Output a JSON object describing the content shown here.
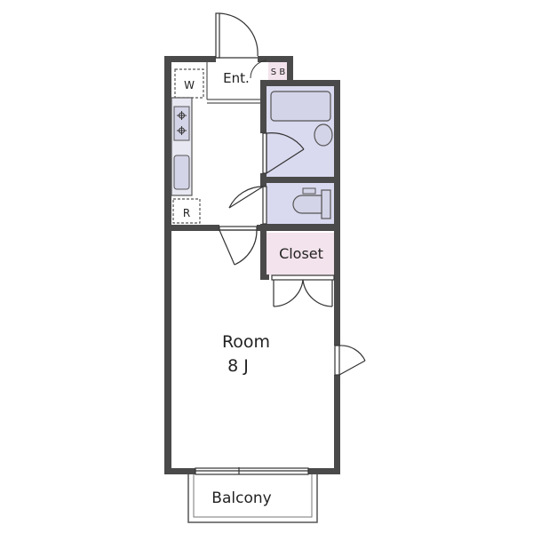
{
  "labels": {
    "entrance": "Ent.",
    "shoe_box": "S B",
    "washer": "W",
    "fridge": "R",
    "closet": "Closet",
    "room_name": "Room",
    "room_size": "8 J",
    "balcony": "Balcony"
  },
  "colors": {
    "wall": "#4a4a4a",
    "bath_fill": "#d9d9ef",
    "bath_stroke": "#5a5a7a",
    "closet_fill": "#f3e3ec",
    "fixture_fill": "#d4d4e8"
  }
}
